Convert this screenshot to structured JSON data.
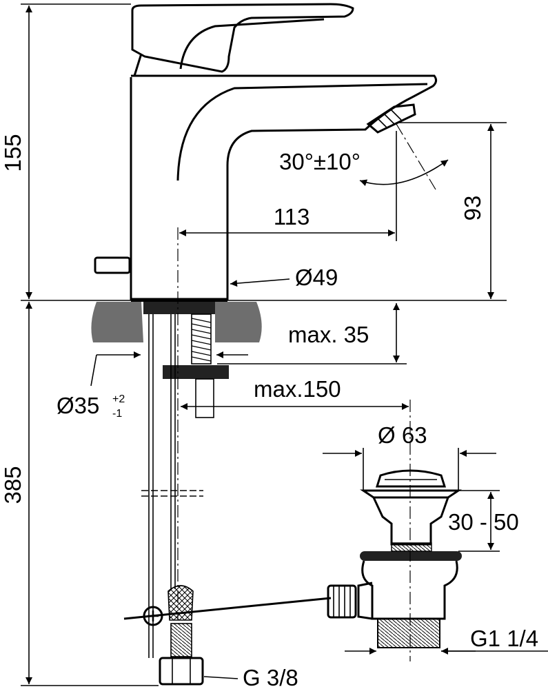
{
  "drawing": {
    "dimensions": {
      "total_height_above_deck": "155",
      "spout_height": "93",
      "spout_reach": "113",
      "spray_angle": "30°±10°",
      "body_diameter": "Ø49",
      "deck_thickness": "max. 35",
      "hole_diameter": "Ø35",
      "hole_tol_plus": "+2",
      "hole_tol_minus": "-1",
      "pullrod_distance": "max.150",
      "waste_diameter": "Ø 63",
      "plug_lift": "30 - 50",
      "below_deck_length": "385",
      "waste_thread": "G1 1/4",
      "supply_thread": "G 3/8"
    }
  }
}
